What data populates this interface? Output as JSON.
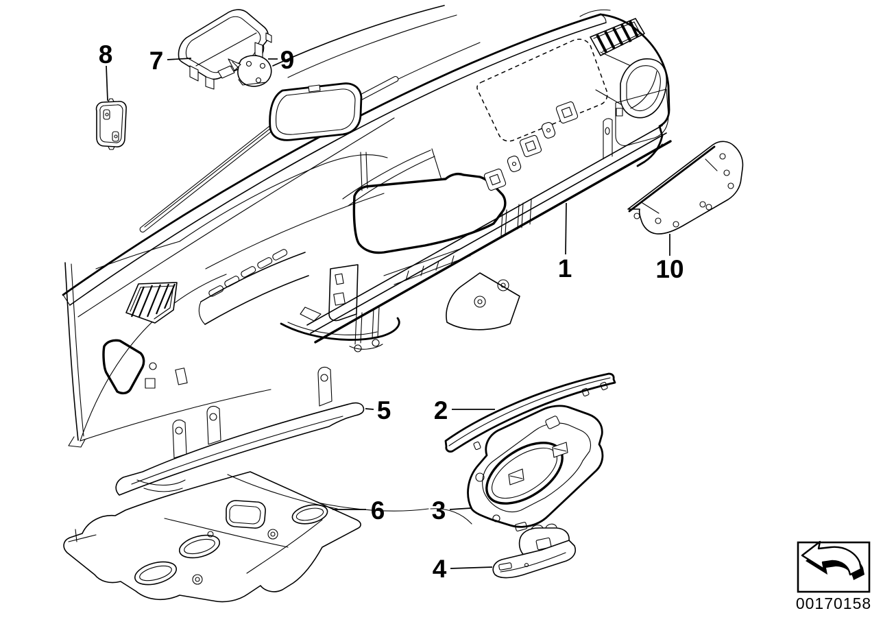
{
  "document": {
    "type": "exploded-parts-diagram",
    "colors": {
      "ink": "#000000",
      "paper": "#ffffff"
    }
  },
  "callouts": [
    {
      "label": "1"
    },
    {
      "label": "2"
    },
    {
      "label": "3"
    },
    {
      "label": "4"
    },
    {
      "label": "5"
    },
    {
      "label": "6"
    },
    {
      "label": "7"
    },
    {
      "label": "8"
    },
    {
      "label": "9"
    },
    {
      "label": "10"
    }
  ],
  "stamp": {
    "part_number": "00170158",
    "logo_icon": "bent-arrow-logo"
  }
}
